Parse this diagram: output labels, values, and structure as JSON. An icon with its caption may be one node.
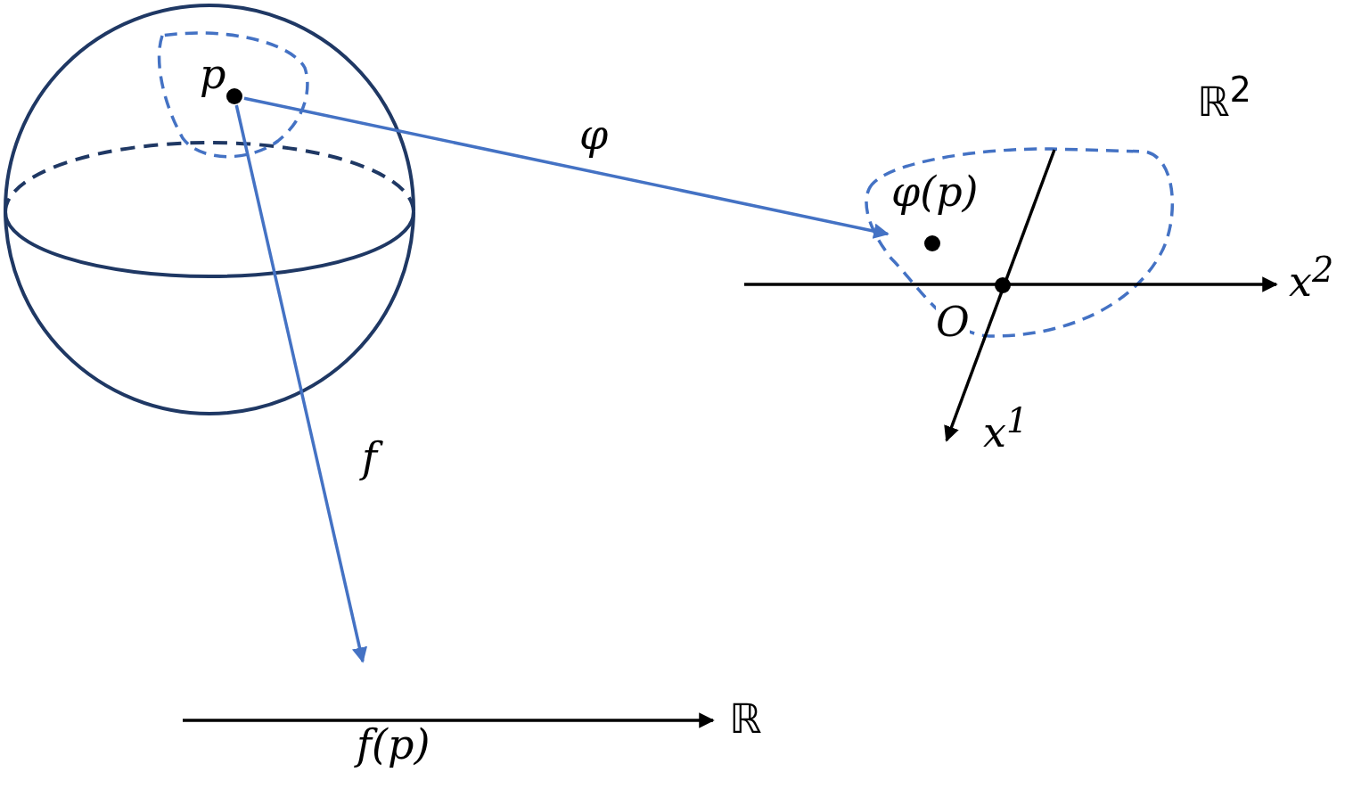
{
  "diagram": {
    "nodes": [
      {
        "text": [
          "p"
        ]
      },
      {
        "text": [
          "φ(p)"
        ]
      }
    ],
    "edges": [
      {
        "from": 0,
        "to": 1,
        "arrow": "to",
        "label": "φ"
      },
      {
        "from": 0,
        "to": null,
        "arrow": "to",
        "label": "f"
      }
    ],
    "labels": [
      "ℝ$^{2}$",
      "x$^{2}$",
      "O",
      "x$^{1}$",
      "ℝ",
      "f(p)"
    ]
  }
}
